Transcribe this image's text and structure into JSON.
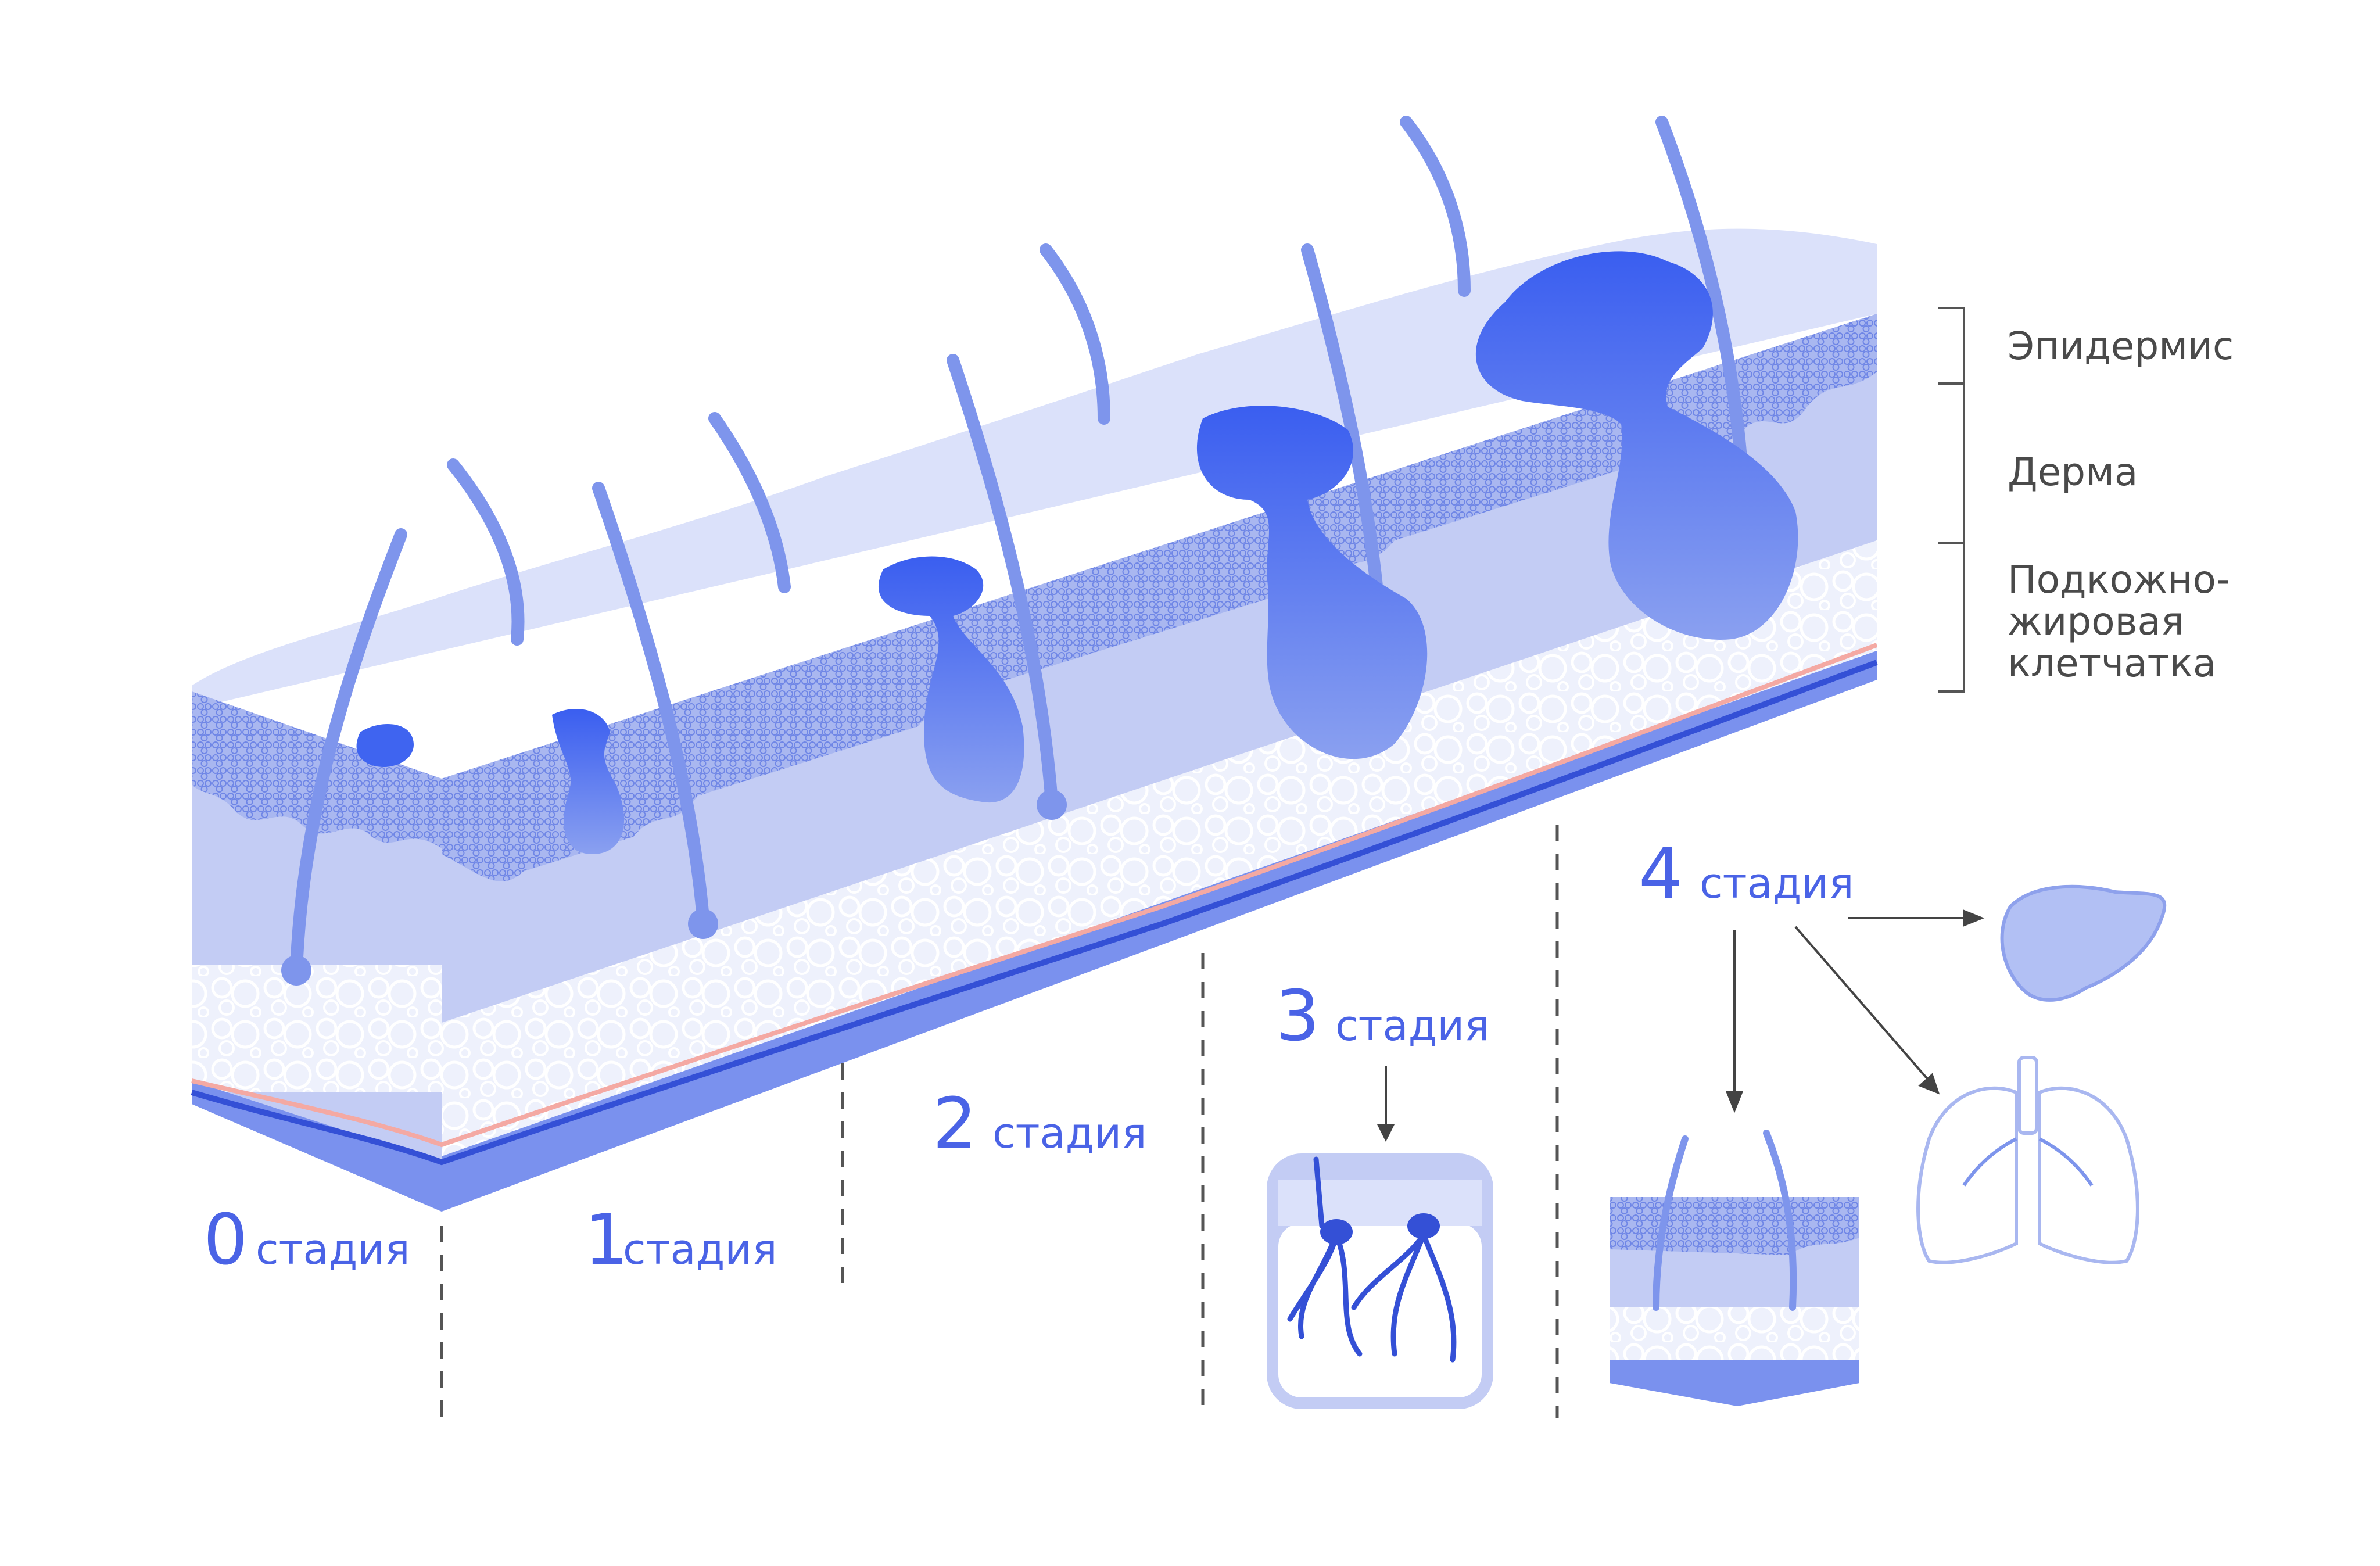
{
  "layers": {
    "epidermis": "Эпидермис",
    "dermis": "Дерма",
    "subcutaneous_line1": "Подкожно-",
    "subcutaneous_line2": "жировая",
    "subcutaneous_line3": "клетчатка"
  },
  "stages": [
    {
      "num": "0",
      "word": "стадия"
    },
    {
      "num": "1",
      "word": "стадия"
    },
    {
      "num": "2",
      "word": "стадия"
    },
    {
      "num": "3",
      "word": "стадия"
    },
    {
      "num": "4",
      "word": "стадия"
    }
  ],
  "colors": {
    "tumor": "#3f64f0",
    "skin_surface": "#dbe1fa",
    "epidermis_cells": "#8ea1ec",
    "dermis": "#c3ccf4",
    "fat": "#eef1fc",
    "vessel_blue": "#3450d6",
    "vessel_pink": "#f4a9a3",
    "text_blue": "#4a63e6"
  }
}
